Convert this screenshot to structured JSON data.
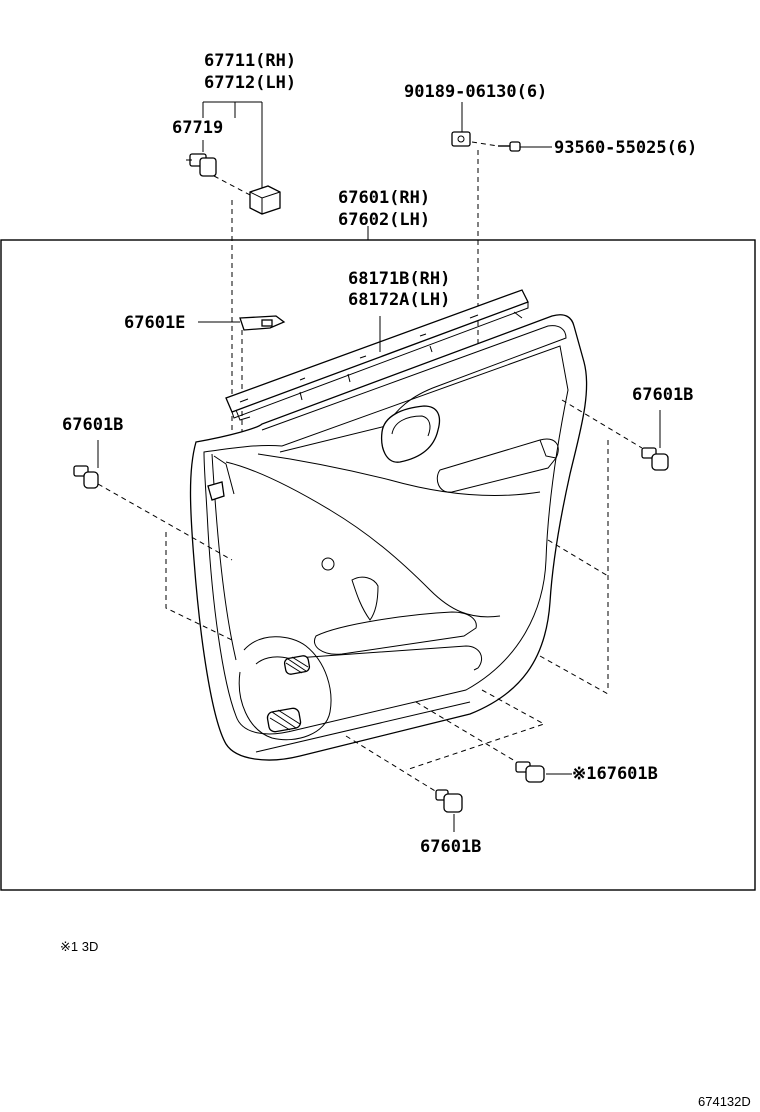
{
  "labels": {
    "p67711": "67711(RH)",
    "p67712": "67712(LH)",
    "p67719": "67719",
    "p90189": "90189-06130(6)",
    "p93560": "93560-55025(6)",
    "p67601": "67601(RH)",
    "p67602": "67602(LH)",
    "p68171b": "68171B(RH)",
    "p68172a": "68172A(LH)",
    "p67601e": "67601E",
    "clip_left": "67601B",
    "clip_right": "67601B",
    "clip_bottom_right": "※167601B",
    "clip_bottom": "67601B"
  },
  "footnote": "※1 3D",
  "diagram_code": "674132D"
}
